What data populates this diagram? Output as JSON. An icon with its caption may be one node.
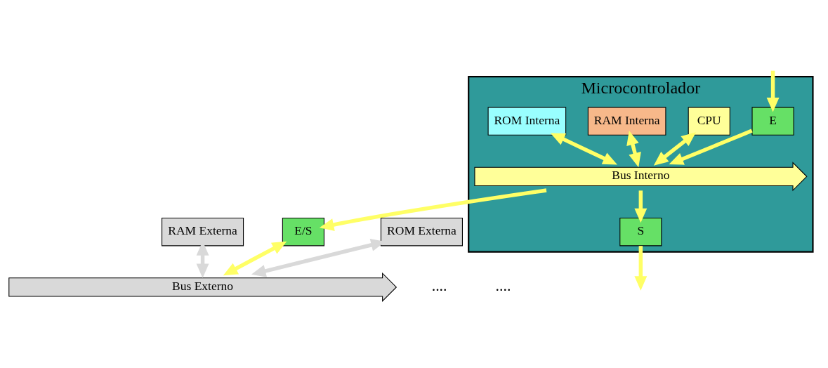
{
  "diagram": {
    "nodes": [
      {
        "text": [
          "Microcontrolador"
        ]
      },
      {
        "text": [
          "E"
        ],
        "in": 0
      },
      {
        "text": [
          "CPU"
        ],
        "in": 0
      },
      {
        "text": [
          "RAM Interna"
        ],
        "in": 0
      },
      {
        "text": [
          "ROM Interna"
        ],
        "in": 0
      },
      {
        "text": [
          "S"
        ],
        "in": 0
      },
      {
        "text": [
          "RAM Externa"
        ]
      },
      {
        "text": [
          "ROM Externa"
        ]
      },
      {
        "text": [
          "Bus Interno"
        ],
        "in": 0
      },
      {
        "text": [
          "E/S"
        ]
      },
      {
        "text": [
          "Bus Externo"
        ]
      }
    ],
    "edges": [
      {
        "from": null,
        "to": 1,
        "arrow": "to"
      },
      {
        "from": 1,
        "to": 8,
        "arrow": "to"
      },
      {
        "from": 2,
        "to": 8,
        "arrow": "both"
      },
      {
        "from": 3,
        "to": 8,
        "arrow": "both"
      },
      {
        "from": 4,
        "to": 8,
        "arrow": "both"
      },
      {
        "from": 8,
        "to": 5,
        "arrow": "to"
      },
      {
        "from": 5,
        "to": null,
        "arrow": "to"
      },
      {
        "from": 8,
        "to": 9,
        "arrow": "to"
      },
      {
        "from": 9,
        "to": 10,
        "arrow": "both"
      },
      {
        "from": 6,
        "to": 10,
        "arrow": "both",
        "color": "#d9d9d9"
      },
      {
        "from": 7,
        "to": 10,
        "arrow": "both",
        "color": "#d9d9d9"
      }
    ],
    "labels": [
      "....",
      "...."
    ]
  }
}
